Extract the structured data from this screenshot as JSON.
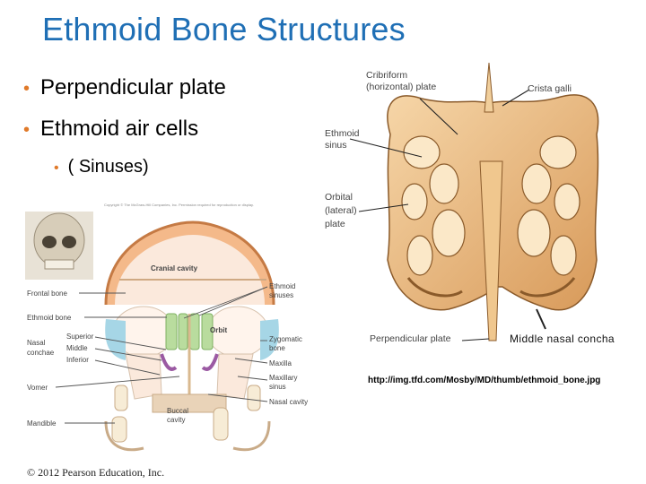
{
  "slide": {
    "title": "Ethmoid Bone Structures",
    "bullets": [
      "Perpendicular plate",
      "Ethmoid air cells"
    ],
    "sub_bullet": "( Sinuses)",
    "bullet_color": "#e07a2a",
    "title_color": "#1f6fb5"
  },
  "right_figure": {
    "labels": {
      "cribriform": [
        "Cribriform",
        "(horizontal) plate"
      ],
      "crista": "Crista galli",
      "ethmoid_sinus": [
        "Ethmoid",
        "sinus"
      ],
      "orbital": [
        "Orbital",
        "(lateral)",
        "plate"
      ],
      "perpendicular": "Perpendicular plate",
      "middle_concha": "Middle nasal concha"
    },
    "source_url": "http://img.tfd.com/Mosby/MD/thumb/ethmoid_bone.jpg"
  },
  "left_figure": {
    "copyright_fine": "Copyright © The McGraw-Hill Companies, Inc. Permission required for reproduction or display.",
    "labels": {
      "cranial_cavity": "Cranial cavity",
      "frontal_bone": "Frontal bone",
      "ethmoid_bone": "Ethmoid bone",
      "nasal_conchae": [
        "Nasal",
        "conchae"
      ],
      "superior": "Superior",
      "middle": "Middle",
      "inferior": "Inferior",
      "vomer": "Vomer",
      "mandible": "Mandible",
      "ethmoid_sinuses": [
        "Ethmoid",
        "sinuses"
      ],
      "orbit": "Orbit",
      "zygomatic": [
        "Zygomatic",
        "bone"
      ],
      "maxilla": "Maxilla",
      "maxillary_sinus": [
        "Maxillary",
        "sinus"
      ],
      "nasal_cavity": "Nasal cavity",
      "buccal": [
        "Buccal",
        "cavity"
      ]
    }
  },
  "footer": {
    "copyright": "© 2012 Pearson Education, Inc."
  }
}
